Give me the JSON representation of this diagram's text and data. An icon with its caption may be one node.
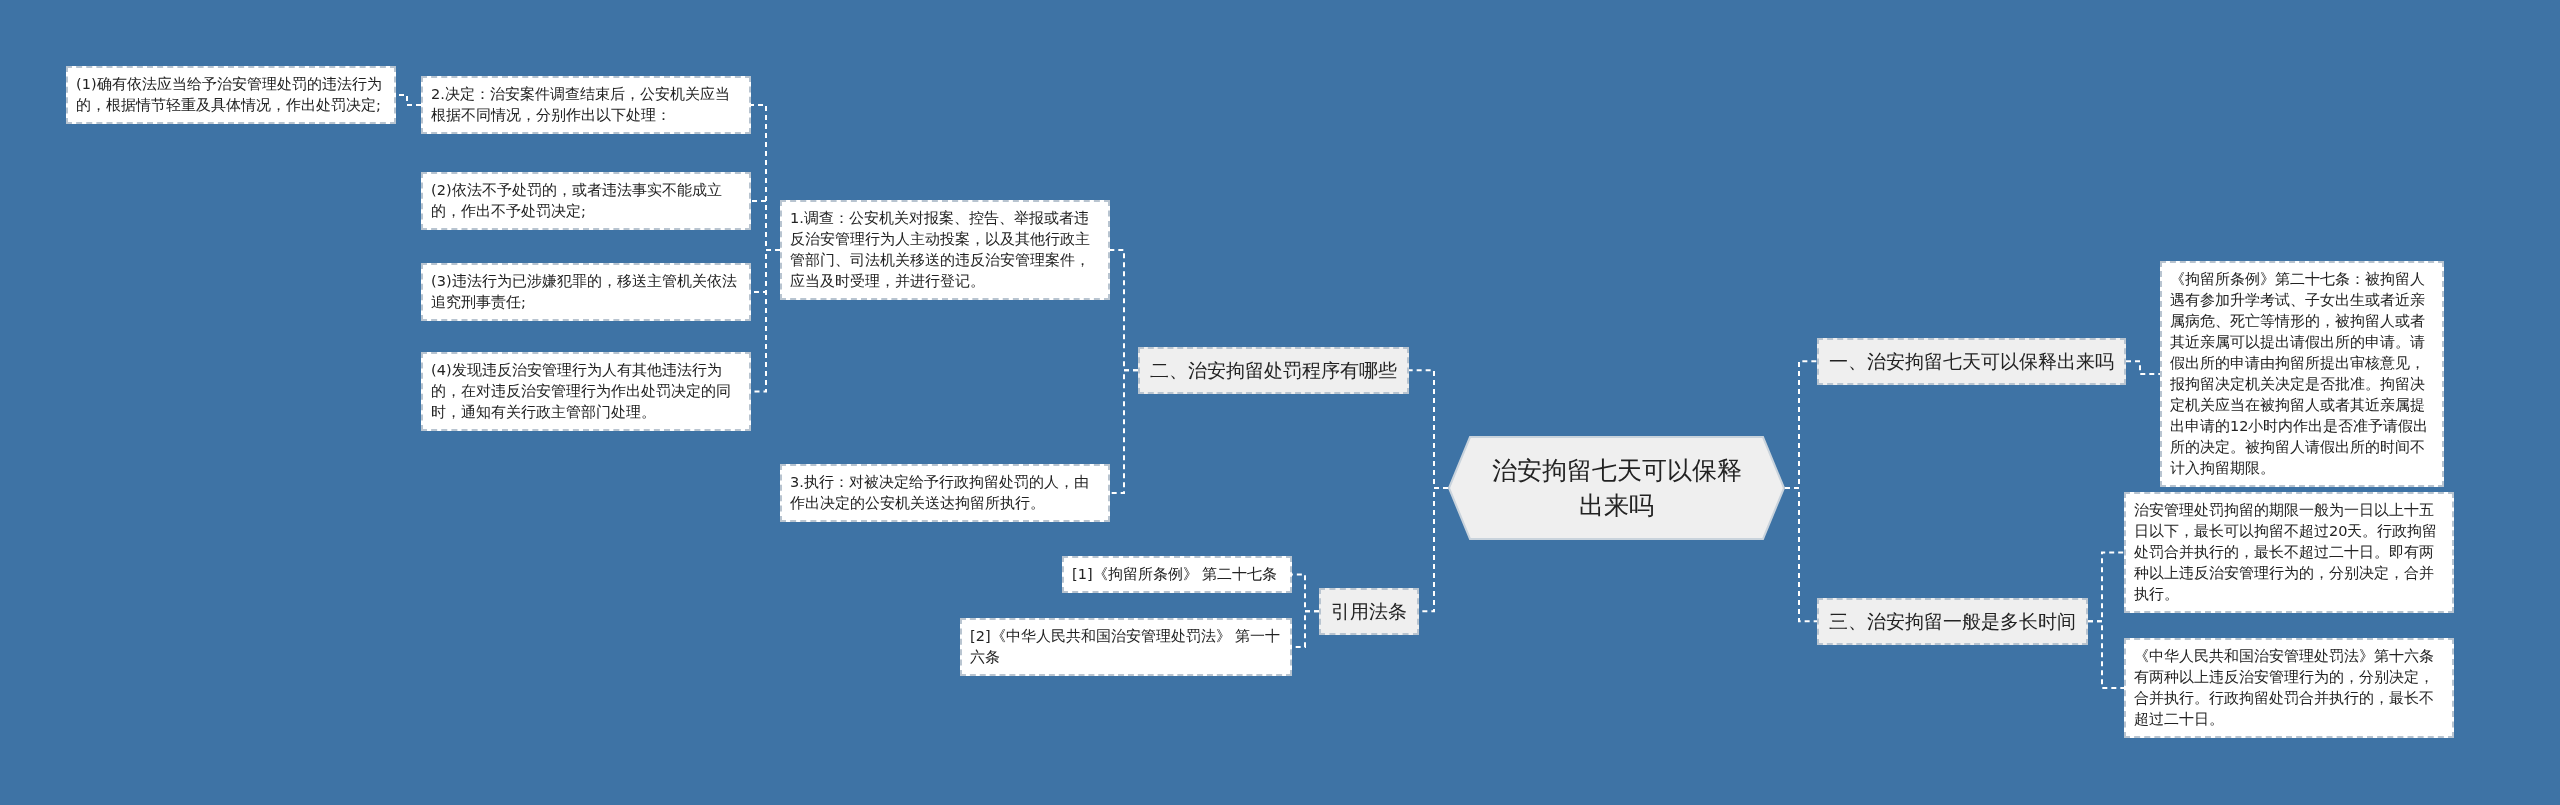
{
  "diagram": {
    "nodes": [
      {
        "text": [
          "治安拘留七天可以保释出来吗"
        ]
      },
      {
        "text": [
          "一、治安拘留七天可以保释出来吗"
        ]
      },
      {
        "text": [
          "《拘留所条例》第二十七条：被拘留人遇有参加升学考试、子女出生或者近亲属病危、死亡等情形的，被拘留人或者其近亲属可以提出请假出所的申请。请假出所的申请由拘留所提出审核意见，报拘留决定机关决定是否批准。拘留决定机关应当在被拘留人或者其近亲属提出申请的12小时内作出是否准予请假出所的决定。被拘留人请假出所的时间不计入拘留期限。"
        ]
      },
      {
        "text": [
          "三、治安拘留一般是多长时间"
        ]
      },
      {
        "text": [
          "治安管理处罚拘留的期限一般为一日以上十五日以下，最长可以拘留不超过20天。行政拘留处罚合并执行的，最长不超过二十日。即有两种以上违反治安管理行为的，分别决定，合并执行。"
        ]
      },
      {
        "text": [
          "《中华人民共和国治安管理处罚法》第十六条有两种以上违反治安管理行为的，分别决定，合并执行。行政拘留处罚合并执行的，最长不超过二十日。"
        ]
      },
      {
        "text": [
          "二、治安拘留处罚程序有哪些"
        ]
      },
      {
        "text": [
          "1.调查：公安机关对报案、控告、举报或者违反治安管理行为人主动投案，以及其他行政主管部门、司法机关移送的违反治安管理案件，应当及时受理，并进行登记。"
        ]
      },
      {
        "text": [
          "2.决定：治安案件调查结束后，公安机关应当根据不同情况，分别作出以下处理："
        ]
      },
      {
        "text": [
          "(1)确有依法应当给予治安管理处罚的违法行为的，根据情节轻重及具体情况，作出处罚决定;"
        ]
      },
      {
        "text": [
          "(2)依法不予处罚的，或者违法事实不能成立的，作出不予处罚决定;"
        ]
      },
      {
        "text": [
          "(3)违法行为已涉嫌犯罪的，移送主管机关依法追究刑事责任;"
        ]
      },
      {
        "text": [
          "(4)发现违反治安管理行为人有其他违法行为的，在对违反治安管理行为作出处罚决定的同时，通知有关行政主管部门处理。"
        ]
      },
      {
        "text": [
          "3.执行：对被决定给予行政拘留处罚的人，由作出决定的公安机关送达拘留所执行。"
        ]
      },
      {
        "text": [
          "引用法条"
        ]
      },
      {
        "text": [
          "[1]《拘留所条例》 第二十七条"
        ]
      },
      {
        "text": [
          "[2]《中华人民共和国治安管理处罚法》 第一十六条"
        ]
      }
    ],
    "edges": [
      {
        "from": 0,
        "to": 1,
        "arrow": "none"
      },
      {
        "from": 1,
        "to": 2,
        "arrow": "none"
      },
      {
        "from": 0,
        "to": 3,
        "arrow": "none"
      },
      {
        "from": 3,
        "to": 4,
        "arrow": "none"
      },
      {
        "from": 3,
        "to": 5,
        "arrow": "none"
      },
      {
        "from": 0,
        "to": 6,
        "arrow": "none"
      },
      {
        "from": 6,
        "to": 7,
        "arrow": "none"
      },
      {
        "from": 7,
        "to": 8,
        "arrow": "none"
      },
      {
        "from": 8,
        "to": 9,
        "arrow": "none"
      },
      {
        "from": 7,
        "to": 10,
        "arrow": "none"
      },
      {
        "from": 7,
        "to": 11,
        "arrow": "none"
      },
      {
        "from": 7,
        "to": 12,
        "arrow": "none"
      },
      {
        "from": 6,
        "to": 13,
        "arrow": "none"
      },
      {
        "from": 0,
        "to": 14,
        "arrow": "none"
      },
      {
        "from": 14,
        "to": 15,
        "arrow": "none"
      },
      {
        "from": 14,
        "to": 16,
        "arrow": "none"
      }
    ]
  }
}
